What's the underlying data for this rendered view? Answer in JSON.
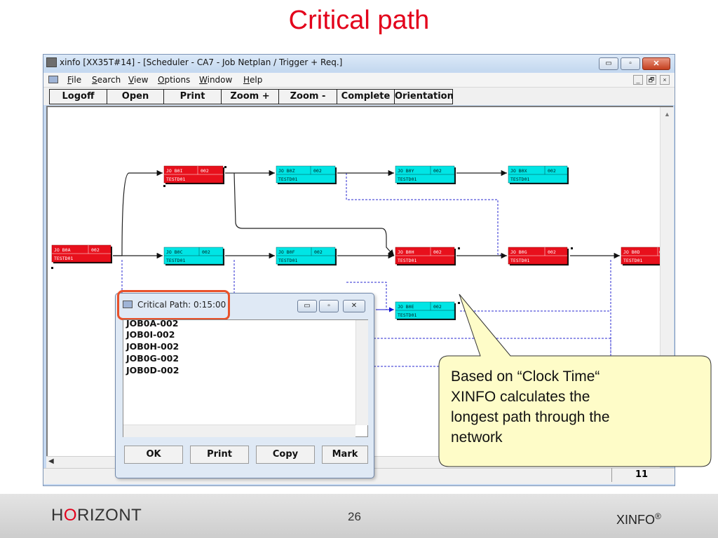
{
  "slide": {
    "title": "Critical path",
    "footer": {
      "brand_prefix": "H",
      "brand_accent": "O",
      "brand_suffix": "RIZONT",
      "page_number": "26",
      "product": "XINFO",
      "product_mark": "®"
    }
  },
  "colors": {
    "title_red": "#e3001b",
    "critical_node": "#e8101c",
    "normal_node": "#00e5e5",
    "callout_fill": "#fefcc8",
    "highlight_orange": "#e8512a"
  },
  "window": {
    "title": "xinfo [XX35T#14] - [Scheduler - CA7 - Job Netplan / Trigger + Req.]",
    "controls": {
      "minimize": "▭",
      "maximize": "▫",
      "close": "✕"
    },
    "menu": [
      "File",
      "Search",
      "View",
      "Options",
      "Window",
      "Help"
    ],
    "mdi_controls": [
      "_",
      "🗗",
      "×"
    ],
    "toolbar": [
      "Logoff",
      "Open",
      "Print",
      "Zoom +",
      "Zoom -",
      "Complete",
      "Orientation"
    ],
    "status_count": "11"
  },
  "network": {
    "nodes": [
      {
        "id": "JO B0A",
        "code": "002",
        "owner": "TESTD01",
        "critical": true
      },
      {
        "id": "JO B0I",
        "code": "002",
        "owner": "TESTD01",
        "critical": true
      },
      {
        "id": "JO B0Z",
        "code": "002",
        "owner": "TESTD01",
        "critical": false
      },
      {
        "id": "JO B0Y",
        "code": "002",
        "owner": "TESTD01",
        "critical": false
      },
      {
        "id": "JO B0X",
        "code": "002",
        "owner": "TESTD01",
        "critical": false
      },
      {
        "id": "JO B0C",
        "code": "002",
        "owner": "TESTD01",
        "critical": false
      },
      {
        "id": "JO B0F",
        "code": "002",
        "owner": "TESTD01",
        "critical": false
      },
      {
        "id": "JO B0H",
        "code": "002",
        "owner": "TESTD01",
        "critical": true
      },
      {
        "id": "JO B0G",
        "code": "002",
        "owner": "TESTD01",
        "critical": true
      },
      {
        "id": "JO B0D",
        "code": "0",
        "owner": "TESTD01",
        "critical": true
      },
      {
        "id": "JO B0E",
        "code": "002",
        "owner": "TESTD01",
        "critical": false
      }
    ]
  },
  "dialog": {
    "title": "Critical Path: 0:15:00",
    "items": [
      "JOB0A-002",
      "JOB0I-002",
      "JOB0H-002",
      "JOB0G-002",
      "JOB0D-002"
    ],
    "buttons": [
      "OK",
      "Print",
      "Copy",
      "Mark"
    ]
  },
  "callout": {
    "lines": [
      "Based on “Clock Time“",
      "XINFO calculates the",
      "longest path through the",
      "network"
    ]
  }
}
